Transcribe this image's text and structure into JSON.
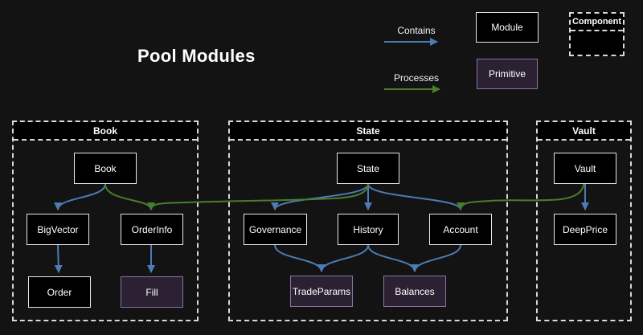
{
  "title": "Pool Modules",
  "legend": {
    "contains_label": "Contains",
    "processes_label": "Processes",
    "module_label": "Module",
    "primitive_label": "Primitive",
    "component_label": "Component"
  },
  "colors": {
    "background": "#131313",
    "text": "#ffffff",
    "contains_arrow": "#4d7bb5",
    "processes_arrow": "#4a7d2f",
    "module_fill": "#000000",
    "module_border": "#e8e8e8",
    "primitive_fill": "#2b2133",
    "primitive_border": "#8a74a0",
    "container_border": "#d9d9d9"
  },
  "groups": [
    {
      "label": "Book",
      "nodes": [
        {
          "label": "Book",
          "kind": "module"
        },
        {
          "label": "BigVector",
          "kind": "module"
        },
        {
          "label": "OrderInfo",
          "kind": "module"
        },
        {
          "label": "Order",
          "kind": "module"
        },
        {
          "label": "Fill",
          "kind": "primitive"
        }
      ]
    },
    {
      "label": "State",
      "nodes": [
        {
          "label": "State",
          "kind": "module"
        },
        {
          "label": "Governance",
          "kind": "module"
        },
        {
          "label": "History",
          "kind": "module"
        },
        {
          "label": "Account",
          "kind": "module"
        },
        {
          "label": "TradeParams",
          "kind": "primitive"
        },
        {
          "label": "Balances",
          "kind": "primitive"
        }
      ]
    },
    {
      "label": "Vault",
      "nodes": [
        {
          "label": "Vault",
          "kind": "module"
        },
        {
          "label": "DeepPrice",
          "kind": "module"
        }
      ]
    }
  ],
  "edges": [
    {
      "from": "Book",
      "to": "BigVector",
      "type": "contains"
    },
    {
      "from": "Book",
      "to": "OrderInfo",
      "type": "processes"
    },
    {
      "from": "BigVector",
      "to": "Order",
      "type": "contains"
    },
    {
      "from": "OrderInfo",
      "to": "Fill",
      "type": "contains"
    },
    {
      "from": "State",
      "to": "Governance",
      "type": "contains"
    },
    {
      "from": "State",
      "to": "History",
      "type": "contains"
    },
    {
      "from": "State",
      "to": "Account",
      "type": "contains"
    },
    {
      "from": "State",
      "to": "OrderInfo",
      "type": "processes"
    },
    {
      "from": "Governance",
      "to": "TradeParams",
      "type": "contains"
    },
    {
      "from": "History",
      "to": "TradeParams",
      "type": "contains"
    },
    {
      "from": "History",
      "to": "Balances",
      "type": "contains"
    },
    {
      "from": "Account",
      "to": "Balances",
      "type": "contains"
    },
    {
      "from": "Vault",
      "to": "DeepPrice",
      "type": "contains"
    },
    {
      "from": "Vault",
      "to": "Account",
      "type": "processes"
    }
  ]
}
